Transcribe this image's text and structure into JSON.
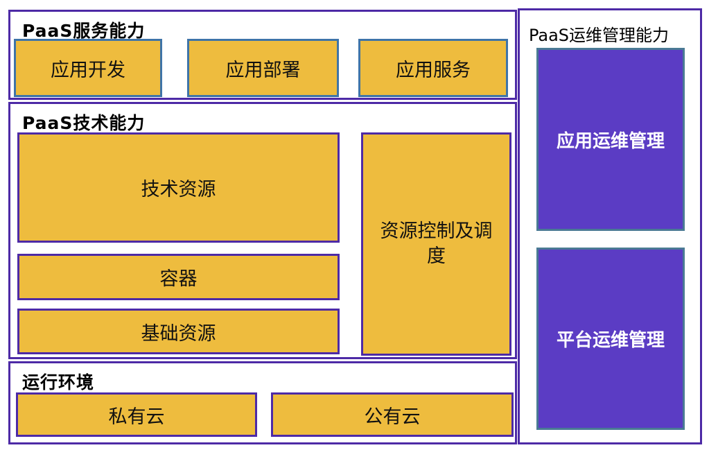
{
  "colors": {
    "orange_fill": "#EEBC3E",
    "violet_fill": "#5B3CC4",
    "purple_border": "#4D2AA6",
    "blue_border": "#3F74A8",
    "teal_border": "#4A7A94",
    "text_dark": "#000000",
    "text_light": "#FFFFFF"
  },
  "sections": {
    "service": {
      "title": "PaaS服务能力",
      "boxes": [
        "应用开发",
        "应用部署",
        "应用服务"
      ]
    },
    "tech": {
      "title": "PaaS技术能力",
      "stack_boxes": [
        "技术资源",
        "容器",
        "基础资源"
      ],
      "side_box": "资源控制及调度"
    },
    "env": {
      "title": "运行环境",
      "boxes": [
        "私有云",
        "公有云"
      ]
    },
    "ops": {
      "title": "PaaS运维管理能力",
      "boxes": [
        "应用运维管理",
        "平台运维管理"
      ]
    }
  }
}
